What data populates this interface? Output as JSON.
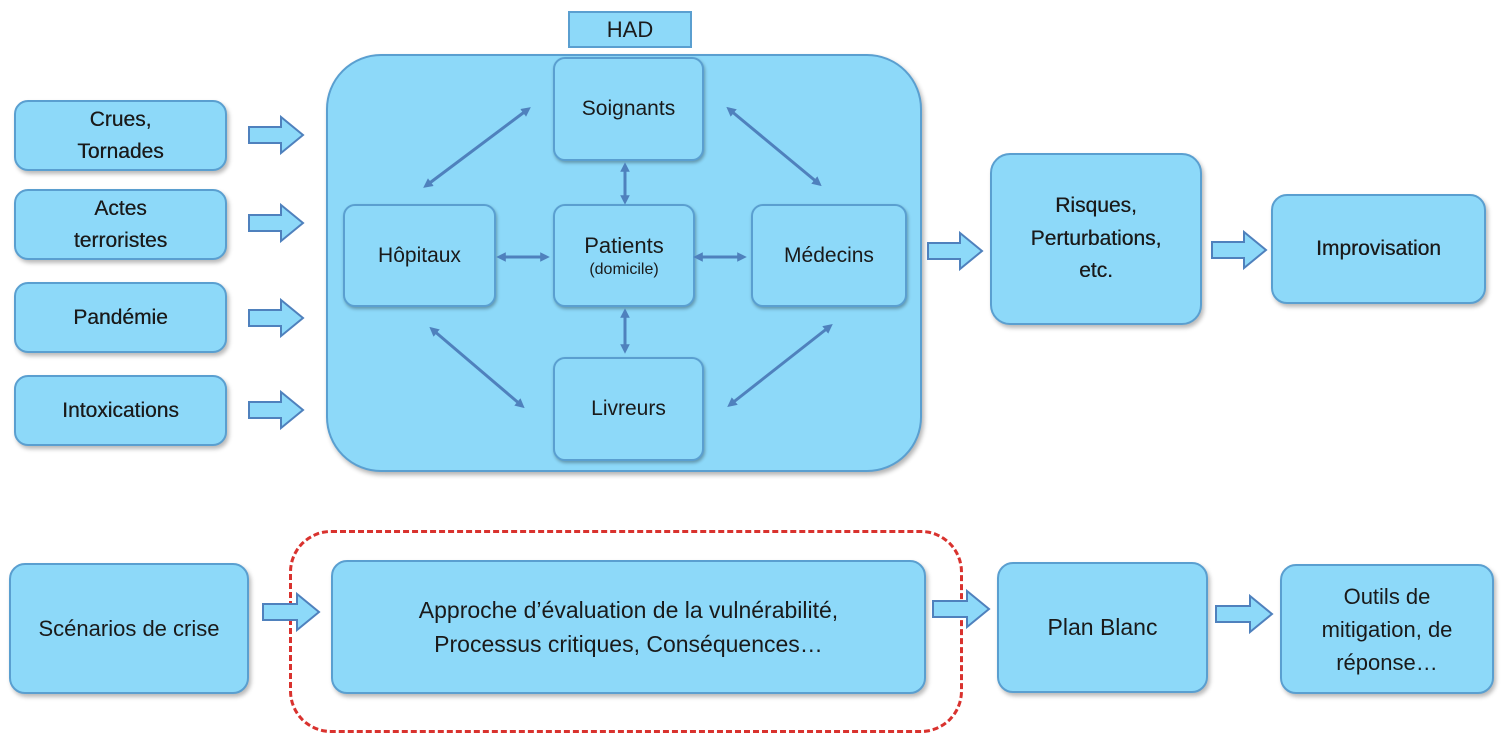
{
  "had_label": "HAD",
  "inputs": [
    {
      "lines": [
        "Crues,",
        "Tornades"
      ]
    },
    {
      "lines": [
        "Actes",
        "terroristes"
      ]
    },
    {
      "lines": [
        "Pandémie"
      ]
    },
    {
      "lines": [
        "Intoxications"
      ]
    }
  ],
  "had_nodes": {
    "soignants": "Soignants",
    "hopitaux": "Hôpitaux",
    "patients": "Patients",
    "patients_sub": "(domicile)",
    "medecins": "Médecins",
    "livreurs": "Livreurs"
  },
  "risques": [
    "Risques,",
    "Perturbations,",
    "etc."
  ],
  "improvisation": "Improvisation",
  "bottom": {
    "scenarios": "Scénarios de crise",
    "approche": [
      "Approche d’évaluation de la vulnérabilité,",
      "Processus critiques, Conséquences…"
    ],
    "plan_blanc": "Plan Blanc",
    "outils": [
      "Outils de",
      "mitigation, de",
      "réponse…"
    ]
  },
  "colors": {
    "box_fill": "#8dd9f9",
    "box_border": "#5a9fd0",
    "arrow": "#4f81bd",
    "dash": "#d9322e"
  }
}
